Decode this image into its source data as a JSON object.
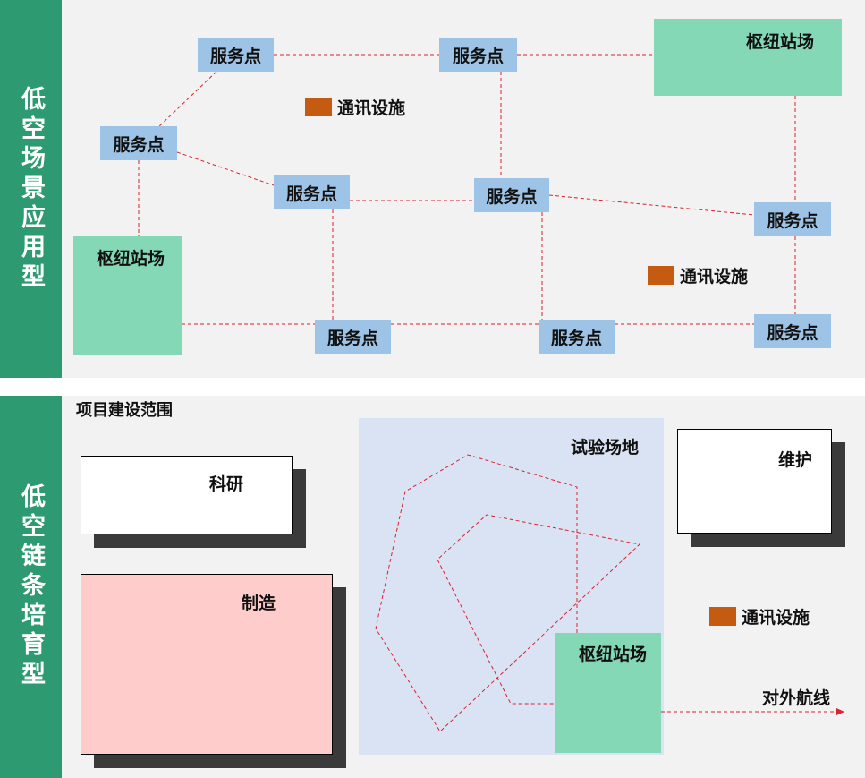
{
  "top": {
    "side_label": "低空场景应用型",
    "service_point": "服务点",
    "hub_label": "枢纽站场",
    "comm_label": "通讯设施"
  },
  "bottom": {
    "side_label": "低空链条培育型",
    "project_scope": "项目建设范围",
    "research": "科研",
    "manufacturing": "制造",
    "test_site": "试验场地",
    "maintenance": "维护",
    "hub_label": "枢纽站场",
    "comm_label": "通讯设施",
    "external_route": "对外航线"
  },
  "colors": {
    "side": "#2d9a72",
    "service": "#9dc3e6",
    "hub": "#84d8b6",
    "comm": "#c55a11",
    "test_site": "#dae3f3",
    "manufacturing": "#ffcccc",
    "line": "#d9232f"
  }
}
